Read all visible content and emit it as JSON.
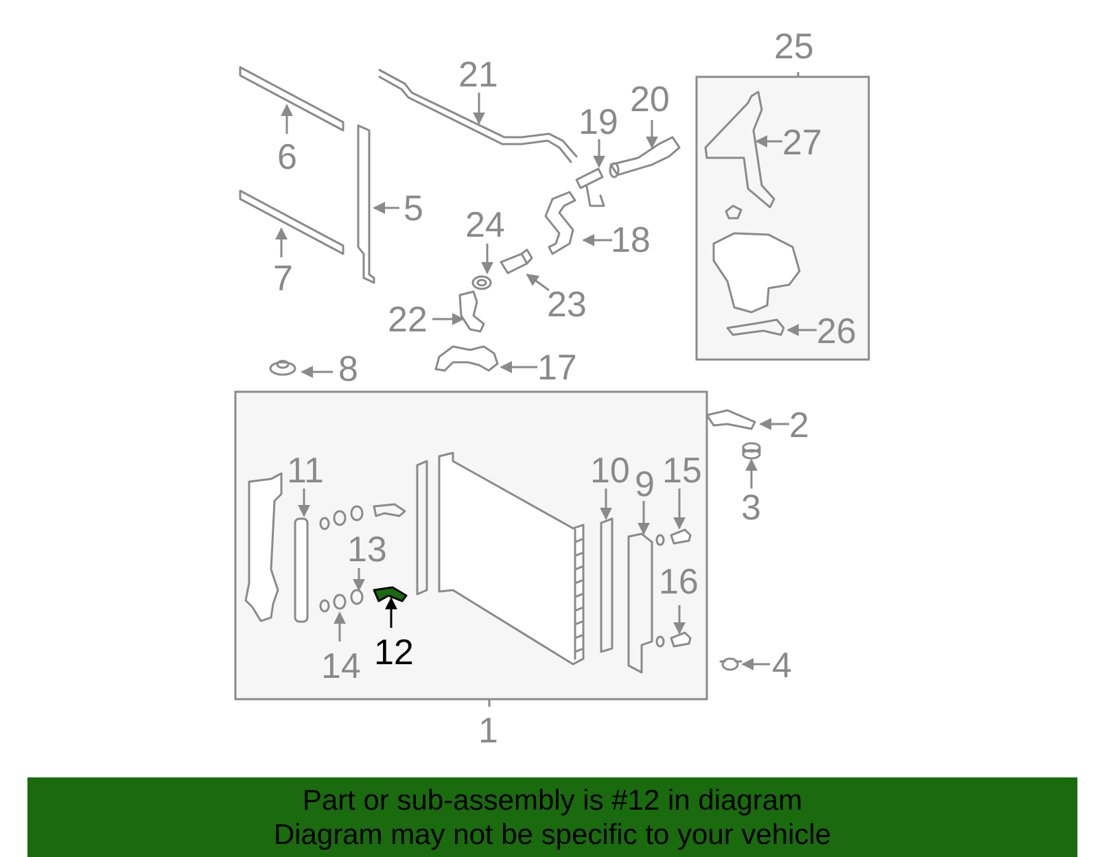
{
  "diagram": {
    "highlight_color": "#1a6b0e",
    "highlighted_part": "12",
    "labels": {
      "p1": "1",
      "p2": "2",
      "p3": "3",
      "p4": "4",
      "p5": "5",
      "p6": "6",
      "p7": "7",
      "p8": "8",
      "p9": "9",
      "p10": "10",
      "p11": "11",
      "p12": "12",
      "p13": "13",
      "p14": "14",
      "p15": "15",
      "p16": "16",
      "p17": "17",
      "p18": "18",
      "p19": "19",
      "p20": "20",
      "p21": "21",
      "p22": "22",
      "p23": "23",
      "p24": "24",
      "p25": "25",
      "p26": "26",
      "p27": "27"
    }
  },
  "banner": {
    "line1": "Part or sub-assembly is #12 in diagram",
    "line2": "Diagram may not be specific to your vehicle",
    "background": "#1a6b0e"
  }
}
